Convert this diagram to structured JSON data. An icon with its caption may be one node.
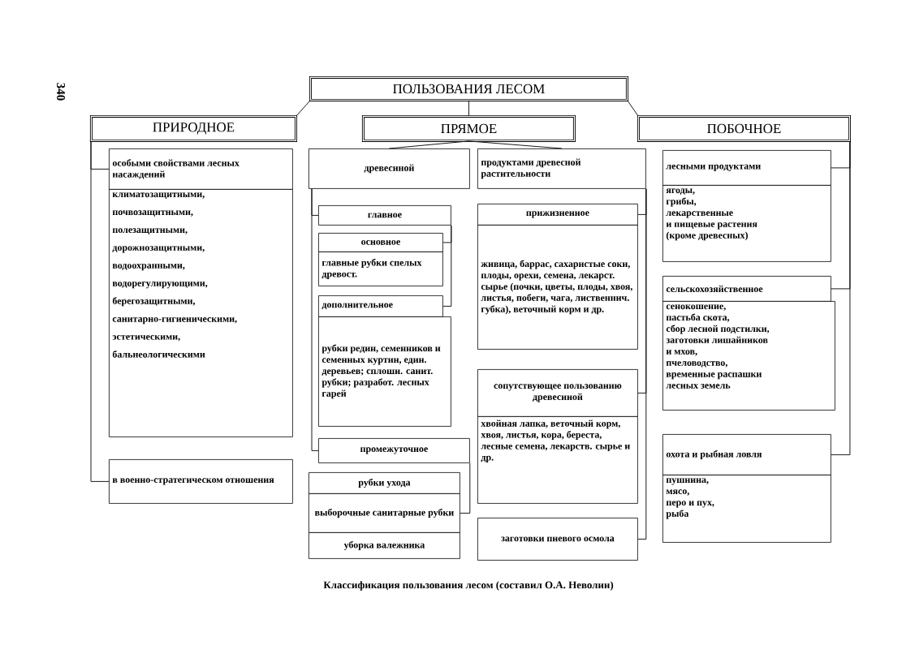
{
  "diagram": {
    "caption": "Классификация пользования лесом (составил О.А. Неволин)",
    "nodes": [
      {
        "text": [
          "ПОЛЬЗОВАНИЯ ЛЕСОМ"
        ]
      },
      {
        "text": [
          "ПРИРОДНОЕ"
        ]
      },
      {
        "text": [
          "ПРЯМОЕ"
        ]
      },
      {
        "text": [
          "ПОБОЧНОЕ"
        ]
      },
      {
        "text": [
          "особыми свойствами лесных насаждений"
        ]
      },
      {
        "text": [
          "климатозащитными,",
          "почвозащитными,",
          "полезащитными,",
          "дорожнозащитными,",
          "водоохранными,",
          "водорегулирующими,",
          "берегозащитными,",
          "санитарно-гигиеническими,",
          "эстетическими,",
          "бальнеологическими"
        ]
      },
      {
        "text": [
          "в военно-стратегическом отношения"
        ]
      },
      {
        "text": [
          "древесиной"
        ]
      },
      {
        "text": [
          "главное"
        ]
      },
      {
        "text": [
          "основное"
        ]
      },
      {
        "text": [
          "главные рубки спелых древост."
        ]
      },
      {
        "text": [
          "дополнительное"
        ]
      },
      {
        "text": [
          "рубки редин, семенников и семенных куртин, един. деревьев; сплошн. санит. рубки; разработ. лесных гарей"
        ]
      },
      {
        "text": [
          "промежуточное"
        ]
      },
      {
        "text": [
          "рубки ухода"
        ]
      },
      {
        "text": [
          "выборочные санитарные рубки"
        ]
      },
      {
        "text": [
          "уборка валежника"
        ]
      },
      {
        "text": [
          "продуктами древесной растительности"
        ]
      },
      {
        "text": [
          "прижизненное"
        ]
      },
      {
        "text": [
          "живица, баррас, сахаристые соки, плоды, орехи, семена, лекарст. сырье (почки, цветы, плоды, хвоя, листья, побеги, чага, лиственнич. губка), веточный корм и др."
        ]
      },
      {
        "text": [
          "сопутствующее пользованию древесиной"
        ]
      },
      {
        "text": [
          "хвойная лапка, веточный корм, хвоя, листья, кора, береста, лесные семена, лекарств. сырье и др."
        ]
      },
      {
        "text": [
          "заготовки пневого осмола"
        ]
      },
      {
        "text": [
          "лесными продуктами"
        ]
      },
      {
        "text": [
          "ягоды,",
          "грибы,",
          "лекарственные",
          "и пищевые растения",
          "(кроме древесных)"
        ]
      },
      {
        "text": [
          "сельскохозяйственное"
        ]
      },
      {
        "text": [
          "сенокошение,",
          "пастьба скота,",
          "сбор лесной подстилки,",
          "заготовки лишайников",
          "и мхов,",
          "пчеловодство,",
          "временные распашки",
          "лесных земель"
        ]
      },
      {
        "text": [
          "охота и рыбная ловля"
        ]
      },
      {
        "text": [
          "пушнина,",
          "мясо,",
          "перо и пух,",
          "рыба"
        ]
      }
    ],
    "edges": [
      {
        "from": 0,
        "to": 1,
        "arrow": "none"
      },
      {
        "from": 0,
        "to": 2,
        "arrow": "none"
      },
      {
        "from": 0,
        "to": 3,
        "arrow": "none"
      },
      {
        "from": 1,
        "to": 4,
        "arrow": "none"
      },
      {
        "from": 1,
        "to": 6,
        "arrow": "none"
      },
      {
        "from": 2,
        "to": 7,
        "arrow": "none"
      },
      {
        "from": 2,
        "to": 17,
        "arrow": "none"
      },
      {
        "from": 7,
        "to": 8,
        "arrow": "none"
      },
      {
        "from": 7,
        "to": 13,
        "arrow": "none"
      },
      {
        "from": 8,
        "to": 9,
        "arrow": "none"
      },
      {
        "from": 8,
        "to": 11,
        "arrow": "none"
      },
      {
        "from": 13,
        "to": 15,
        "arrow": "none"
      },
      {
        "from": 17,
        "to": 18,
        "arrow": "none"
      },
      {
        "from": 17,
        "to": 20,
        "arrow": "none"
      },
      {
        "from": 17,
        "to": 22,
        "arrow": "none"
      },
      {
        "from": 3,
        "to": 23,
        "arrow": "none"
      },
      {
        "from": 3,
        "to": 25,
        "arrow": "none"
      },
      {
        "from": 3,
        "to": 27,
        "arrow": "none"
      }
    ],
    "labels": [
      "340"
    ]
  }
}
